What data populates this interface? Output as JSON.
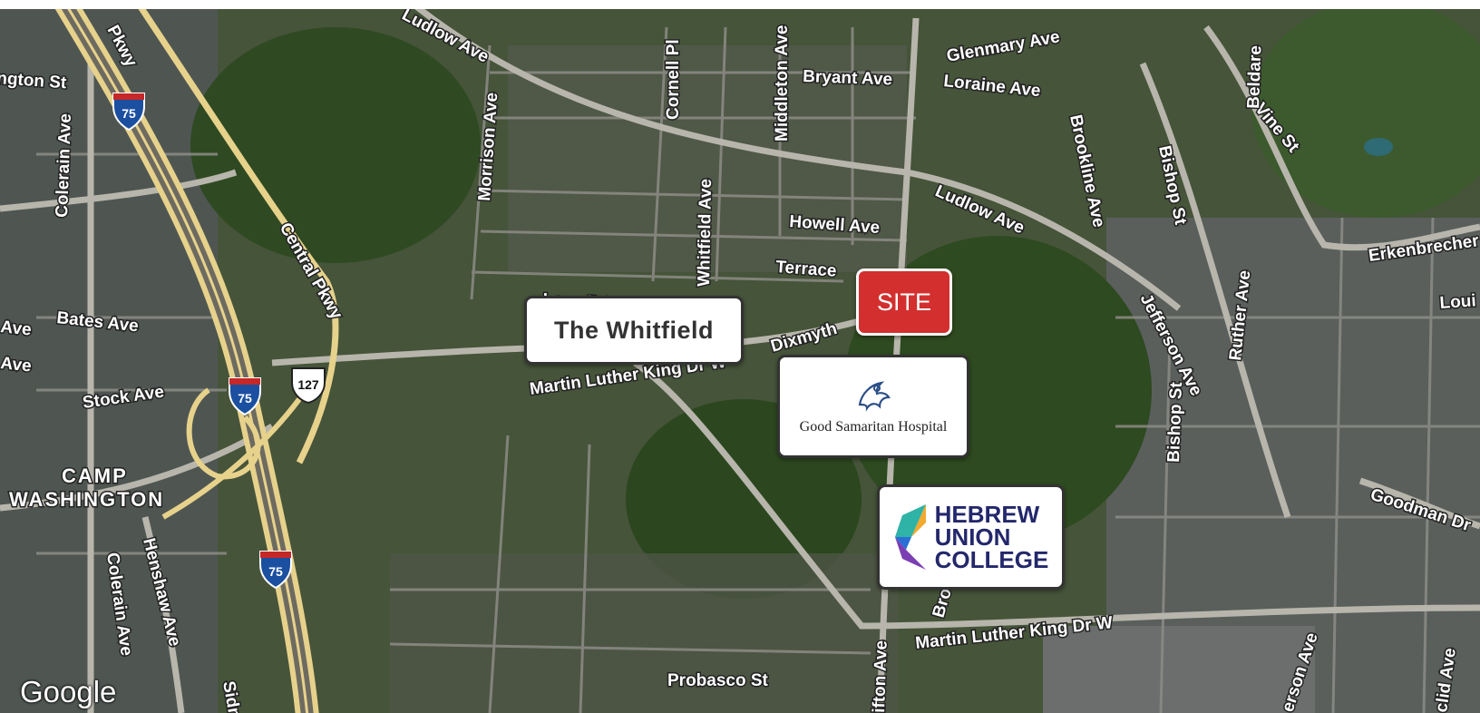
{
  "map": {
    "callouts": {
      "whitfield": "The Whitfield",
      "site": "SITE",
      "good_samaritan": "Good Samaritan Hospital",
      "huc_line1": "HEBREW",
      "huc_line2": "UNION",
      "huc_line3": "COLLEGE"
    },
    "areas": {
      "camp1": "CAMP",
      "camp2": "WASHINGTON"
    },
    "streets": {
      "central_pkwy_top": "Pkwy",
      "central_pkwy": "Central Pkwy",
      "ludlow_top": "Ludlow Ave",
      "ludlow_right": "Ludlow Ave",
      "glenmary": "Glenmary Ave",
      "loraine": "Loraine Ave",
      "bryant": "Bryant Ave",
      "cornell": "Cornell Pl",
      "middleton": "Middleton Ave",
      "morrison": "Morrison Ave",
      "whitfield_ave": "Whitfield Ave",
      "howell": "Howell Ave",
      "terrace": "Terrace",
      "dixmyth": "Dixmyth",
      "lowell_frag": "Lowell A",
      "mlk_left": "Martin Luther King Dr W",
      "mlk_bottom": "Martin Luther King Dr W",
      "brookline": "Brookline Ave",
      "bishop_top": "Bishop St",
      "bishop_mid": "Bishop St",
      "vine": "Vine St",
      "beldare": "Beldare",
      "erkenbrecher": "Erkenbrecher",
      "louis_frag": "Loui",
      "jefferson": "Jefferson Ave",
      "ruther": "Ruther Ave",
      "goodman": "Goodman Dr",
      "colerain_top": "Colerain Ave",
      "colerain_bottom": "Colerain Ave",
      "henshaw": "Henshaw Ave",
      "sidney_frag": "Sidn",
      "bates": "Bates Ave",
      "stock": "Stock Ave",
      "ave1": "Ave",
      "ave2": "Ave",
      "ington": "ngton St",
      "probasco": "Probasco St",
      "clifton_frag": "ifton Ave",
      "bro_frag": "Bro",
      "jefferson_bottom_frag": "erson Ave",
      "euclid_frag": "clid Ave"
    },
    "shields": {
      "i75_a": "75",
      "i75_b": "75",
      "i75_c": "75",
      "us127": "127"
    },
    "attribution": "Google"
  }
}
